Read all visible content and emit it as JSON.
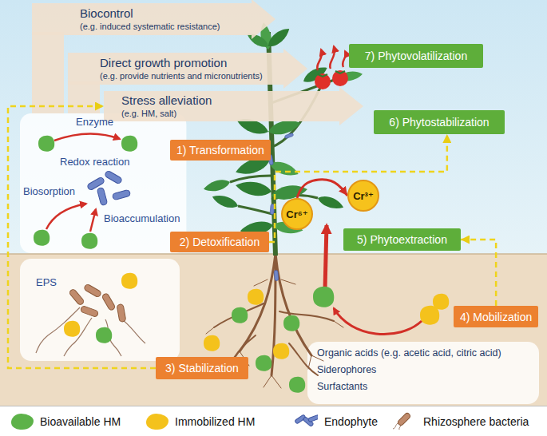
{
  "diagram": {
    "nodes": [
      {
        "text": [
          "Biocontrol",
          "(e.g. induced systematic resistance)"
        ]
      },
      {
        "text": [
          "Direct growth promotion",
          "(e.g. provide nutrients and micronutrients)"
        ]
      },
      {
        "text": [
          "Stress alleviation",
          "(e.g. HM, salt)"
        ]
      },
      {
        "text": [
          "7) Phytovolatilization"
        ]
      },
      {
        "text": [
          "6) Phytostabilization"
        ]
      },
      {
        "text": [
          "Enzyme",
          "Redox reaction",
          "Biosorption",
          "Bioaccumulation"
        ]
      },
      {
        "text": [
          "1) Transformation"
        ]
      },
      {
        "text": [
          "Cr⁶⁺"
        ]
      },
      {
        "text": [
          "Cr³⁺"
        ]
      },
      {
        "text": [
          "2) Detoxification"
        ]
      },
      {
        "text": [
          "5) Phytoextraction"
        ]
      },
      {
        "text": [
          "EPS"
        ]
      },
      {
        "text": [
          "4) Mobilization"
        ]
      },
      {
        "text": [
          "3) Stabilization"
        ]
      },
      {
        "text": [
          "Organic acids (e.g. acetic acid, citric acid)",
          "Siderophores",
          "Surfactants"
        ]
      }
    ],
    "edges": [
      {
        "from": 7,
        "to": 8,
        "arrow": "to"
      },
      {
        "from": 12,
        "to": 10,
        "arrow": "to"
      },
      {
        "from": 9,
        "to": 4,
        "arrow": "to"
      },
      {
        "from": 13,
        "to": 2,
        "arrow": "to"
      }
    ],
    "legend": [
      {
        "text": "Bioavailable HM",
        "color": "#5db249"
      },
      {
        "text": "Immobilized HM",
        "color": "#f4c21c"
      },
      {
        "text": "Endophyte"
      },
      {
        "text": "Rhizosphere bacteria"
      }
    ]
  }
}
